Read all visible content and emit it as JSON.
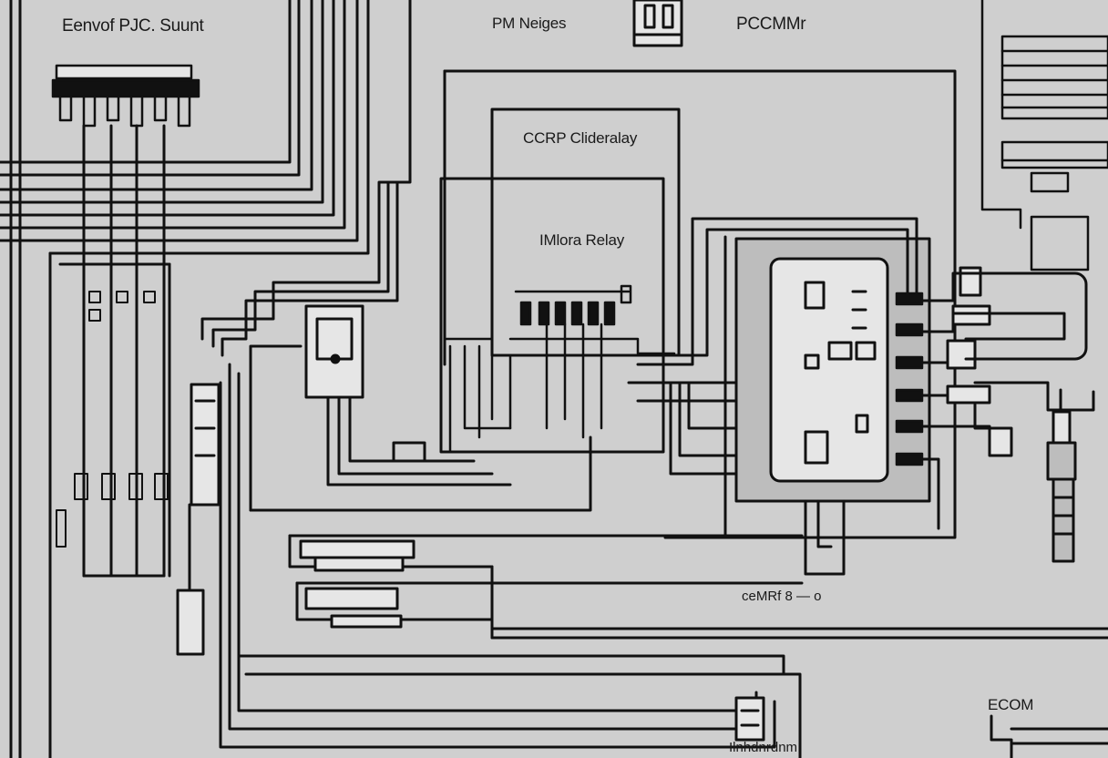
{
  "labels": {
    "top_left_title": "Eenvof PJC. Suunt",
    "top_mid_title": "PM Neiges",
    "top_right_title": "PCCMMr",
    "relay_box_title": "CCRP Clideralay",
    "motor_relay": "IMlora Relay",
    "bottom_mid": "ceMRf 8 — o",
    "bottom_right": "ECOM",
    "bottom_caption": "Ilnhdnrdnm"
  },
  "colors": {
    "background": "#cfcfcf",
    "line": "#111111",
    "panel_fill": "#bdbdbd",
    "component_fill": "#e6e6e6"
  }
}
